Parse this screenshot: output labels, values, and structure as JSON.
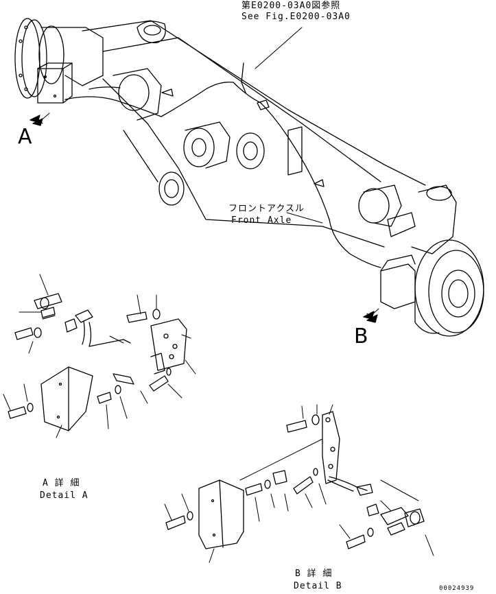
{
  "callouts": {
    "fig_ref_jp": "第E0200-03A0図参照",
    "fig_ref_en": "See Fig.E0200-03A0",
    "front_axle_jp": "フロントアクスル",
    "front_axle_en": "Front Axle"
  },
  "views": {
    "view_a": "A",
    "view_b": "B"
  },
  "details": {
    "detail_a_jp": "A 詳 細",
    "detail_a_en": "Detail A",
    "detail_b_jp": "B 詳 細",
    "detail_b_en": "Detail B"
  },
  "drawing_number": "00024939"
}
